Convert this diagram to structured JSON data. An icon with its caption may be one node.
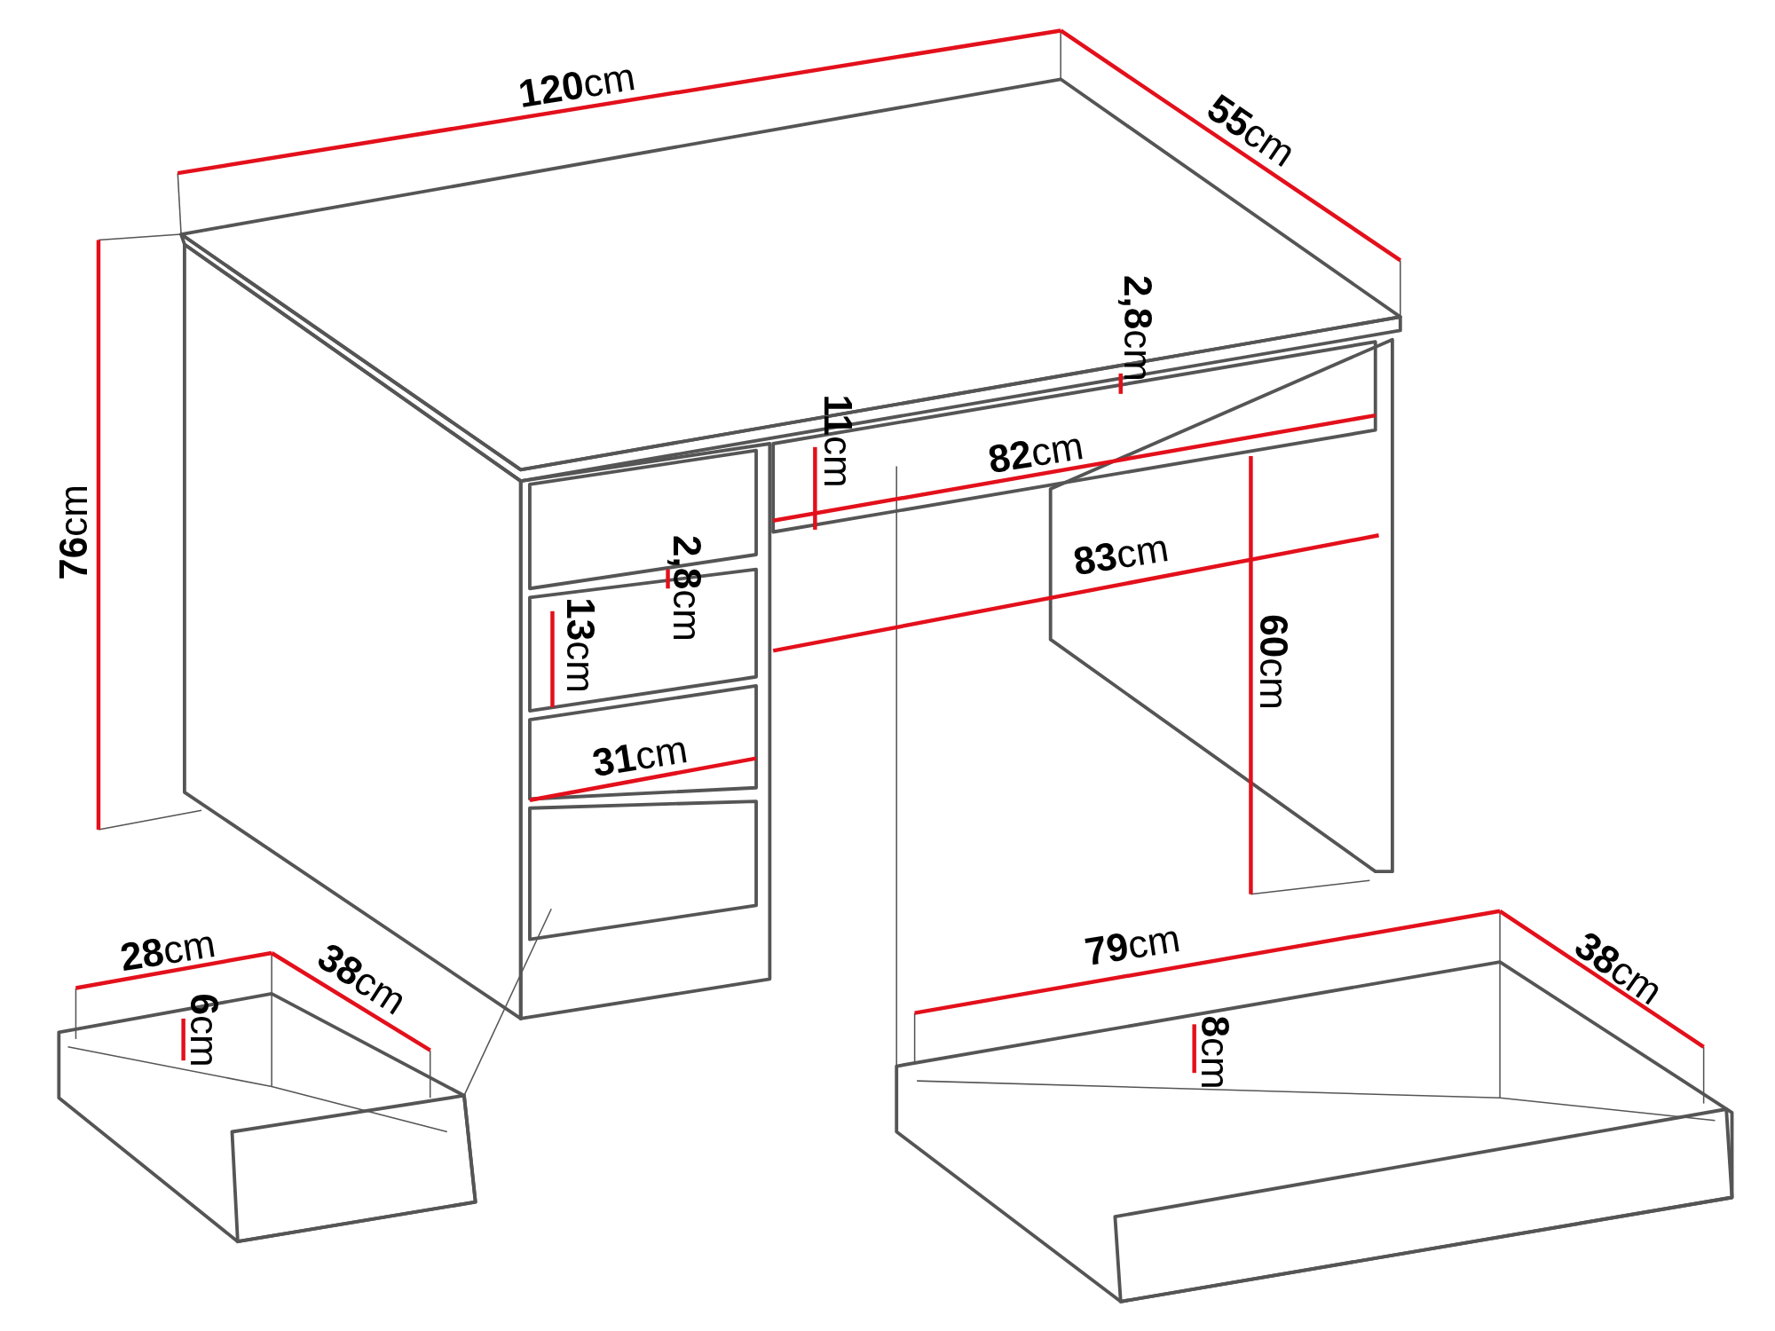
{
  "diagram": {
    "labels": [
      "**120**cm",
      "**55**cm",
      "**76**cm",
      "**2,8**cm",
      "**11**cm",
      "**82**cm",
      "**83**cm",
      "**2,8**cm",
      "**13**cm",
      "**60**cm",
      "**31**cm",
      "**28**cm",
      "**38**cm",
      "**6**cm",
      "**79**cm",
      "**8**cm",
      "**38**cm"
    ]
  }
}
